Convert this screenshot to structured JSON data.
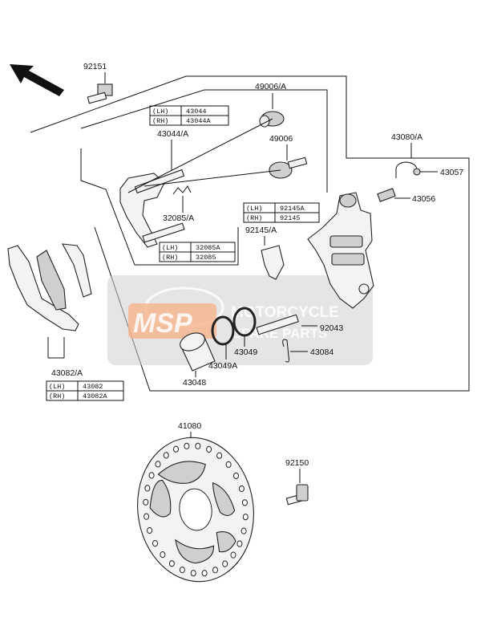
{
  "watermark": {
    "logo": "MSP",
    "line1": "MOTORCYCLE",
    "line2": "SPARE PARTS"
  },
  "labels": {
    "p92151": "92151",
    "p49006A": "49006/A",
    "p49006": "49006",
    "p43044A": "43044/A",
    "p43080A": "43080/A",
    "p43057": "43057",
    "p43056": "43056",
    "p32085A": "32085/A",
    "p92145A": "92145/A",
    "p92043": "92043",
    "p43049": "43049",
    "p43049A": "43049A",
    "p43084": "43084",
    "p43048": "43048",
    "p43082A": "43082/A",
    "p41080": "41080",
    "p92150": "92150"
  },
  "tables": {
    "t43044": [
      {
        "side": "(LH)",
        "part": "43044"
      },
      {
        "side": "(RH)",
        "part": "43044A"
      }
    ],
    "t92145": [
      {
        "side": "(LH)",
        "part": "92145A"
      },
      {
        "side": "(RH)",
        "part": "92145"
      }
    ],
    "t32085": [
      {
        "side": "(LH)",
        "part": "32085A"
      },
      {
        "side": "(RH)",
        "part": "32085"
      }
    ],
    "t43082": [
      {
        "side": "(LH)",
        "part": "43082"
      },
      {
        "side": "(RH)",
        "part": "43082A"
      }
    ]
  }
}
